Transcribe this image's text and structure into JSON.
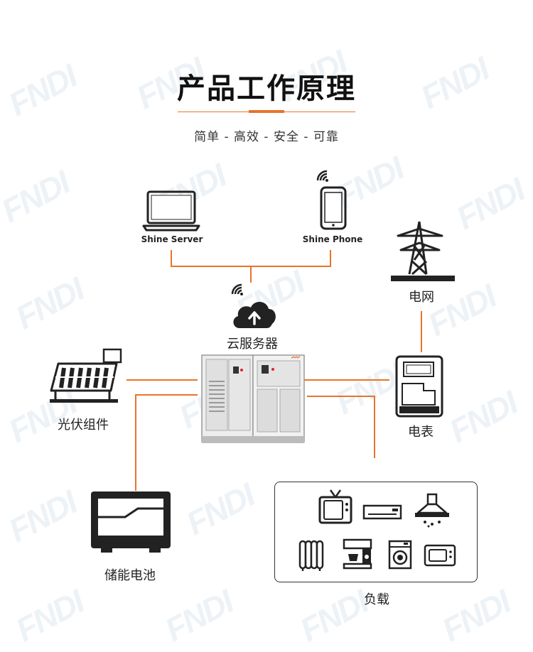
{
  "header": {
    "title": "产品工作原理",
    "subtitle": "简单 - 高效 - 安全 - 可靠"
  },
  "nodes": {
    "shine_server": "Shine Server",
    "shine_phone": "Shine Phone",
    "grid": "电网",
    "cloud": "云服务器",
    "pv": "光伏组件",
    "meter": "电表",
    "battery": "储能电池",
    "load": "负载"
  },
  "watermark": "FNDI",
  "colors": {
    "accent": "#e8742a",
    "line": "#e8742a",
    "ink": "#222222"
  }
}
